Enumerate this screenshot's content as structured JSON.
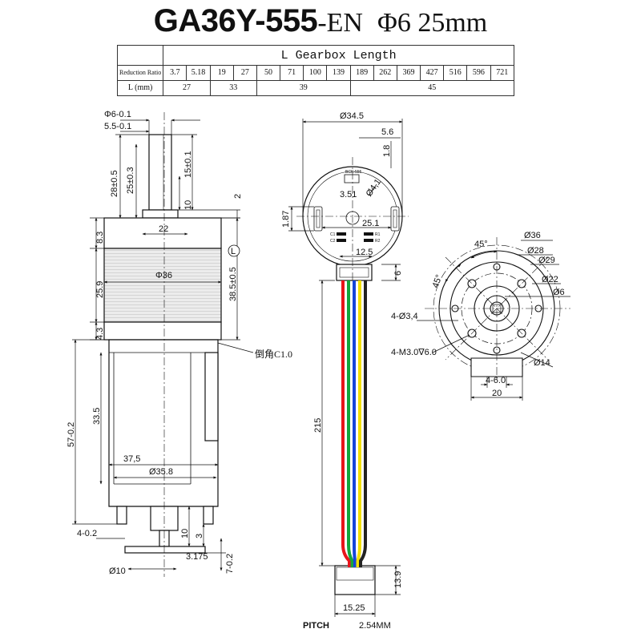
{
  "title": {
    "model": "GA36Y-555",
    "suffix": "-EN",
    "spec": "Φ6 25mm"
  },
  "table": {
    "header": "L Gearbox Length",
    "ratio_label": "Reduction Ratio",
    "ratios": [
      "3.7",
      "5.18",
      "19",
      "27",
      "50",
      "71",
      "100",
      "139",
      "189",
      "262",
      "369",
      "427",
      "516",
      "596",
      "721"
    ],
    "length_label": "L (mm)",
    "lengths": [
      {
        "value": "27",
        "span": 2
      },
      {
        "value": "33",
        "span": 2
      },
      {
        "value": "39",
        "span": 4
      },
      {
        "value": "45",
        "span": 7
      }
    ]
  },
  "side_view": {
    "d_shaft": "Φ6-0.1",
    "d_flat": "5.5-0.1",
    "d_28": "28±0.5",
    "d_25": "25±0.3",
    "d_15": "15±0.1",
    "d_10": "10",
    "d_2": "2",
    "d_22": "22",
    "d_8_3": "8.3",
    "d_phi36": "Φ36",
    "d_25_9": "25.9",
    "d_38_5": "38.5±0.5",
    "d_L": "L",
    "d_4_3": "4.3",
    "chamfer": "倒角C1.0",
    "d_57": "57-0.2",
    "d_33_5": "33.5",
    "d_37_5": "37,5",
    "d_35_8": "Ø35.8",
    "d_4_02": "4-0.2",
    "d_3": "3",
    "d_3_175": "3.175",
    "d_7": "7-0.2",
    "d_phi10": "Ø10"
  },
  "rear_view": {
    "d_34_5": "Ø34.5",
    "d_5_6": "5.6",
    "d_1_8": "1.8",
    "d_3_51": "3.51",
    "d_4_1": "Ø4,1",
    "d_1_87": "1.87",
    "d_25_1": "25.1",
    "d_12_5": "12.5",
    "d_6": "6",
    "d_215": "215",
    "d_13_9": "13.9",
    "d_15_25": "15.25",
    "pitch_label": "PITCH",
    "pitch_value": "2.54MM",
    "pcb_text": "BCK-555",
    "pcb_c1": "C1",
    "pcb_c2": "C2",
    "pcb_r1": "R1",
    "pcb_r2": "R2",
    "wire_colors": [
      "#e8141b",
      "#13a53c",
      "#1545d8",
      "#f2e000",
      "#222222"
    ]
  },
  "front_view": {
    "d_45_top": "45°",
    "d_45_left": "45°",
    "d_36": "Ø36",
    "d_28": "Ø28",
    "d_29": "Ø29",
    "d_22": "Ø22",
    "d_6": "Ø6",
    "d_4_3_4": "4-Ø3,4",
    "d_m3": "4-M3.0∇6.0",
    "d_14": "Ø14",
    "d_4_6": "4-6.0",
    "d_20": "20"
  }
}
